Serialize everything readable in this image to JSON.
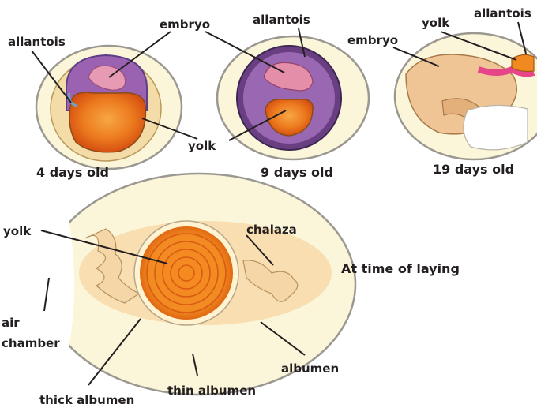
{
  "stages": [
    {
      "caption": "4 days old",
      "labels": {
        "allantois": "allantois",
        "embryo": "embryo",
        "yolk": "yolk"
      }
    },
    {
      "caption": "9 days old",
      "labels": {
        "allantois": "allantois",
        "yolk": "yolk"
      }
    },
    {
      "caption": "19 days old",
      "labels": {
        "embryo": "embryo",
        "yolk": "yolk",
        "allantois": "allantois"
      }
    }
  ],
  "laying": {
    "caption": "At time of laying",
    "labels": {
      "yolk": "yolk",
      "chalaza": "chalaza",
      "air_chamber_line1": "air",
      "air_chamber_line2": "chamber",
      "albumen": "albumen",
      "thick_albumen": "thick albumen",
      "thin_albumen": "thin albumen"
    }
  },
  "colors": {
    "shell_fill": "#fbf6da",
    "shell_stroke": "#9a9890",
    "embryo_purple": "#8a5aa8",
    "yolk_orange": "#e8731c",
    "yolk_red": "#d34b14",
    "albumen_thick": "#f7dcab",
    "label_text": "#231f20"
  }
}
